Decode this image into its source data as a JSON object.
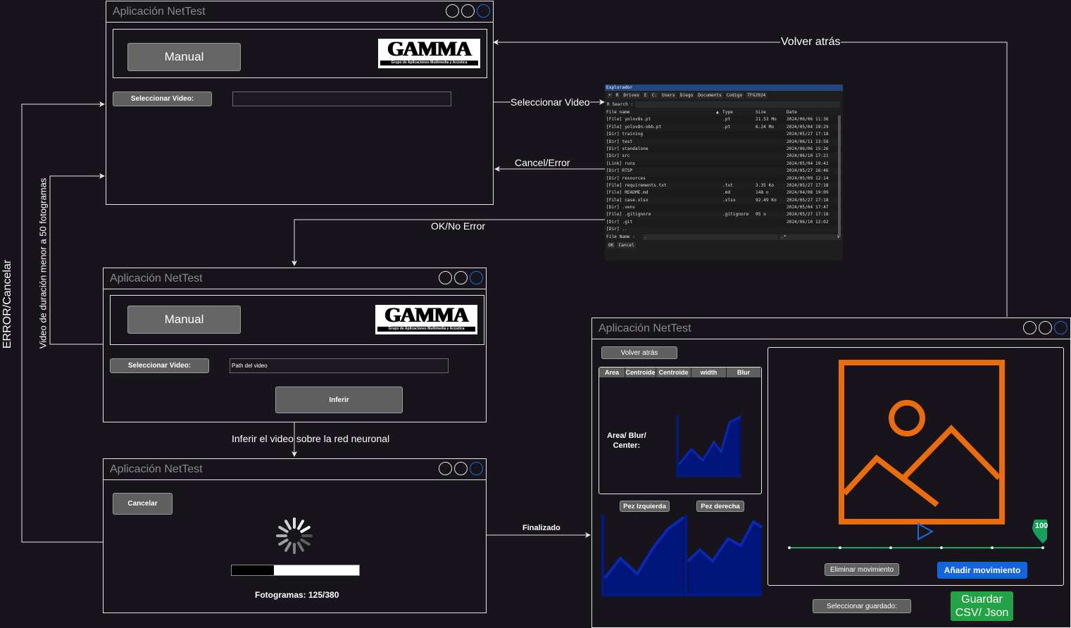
{
  "app_title": "Aplicación NetTest",
  "brand": {
    "logo_text": "GAMMA",
    "logo_subtitle": "Grupo de Aplicaciones Multimedia y Acústica"
  },
  "window1": {
    "manual_label": "Manual",
    "select_label": "Seleccionar Video:",
    "path_value": ""
  },
  "window2": {
    "manual_label": "Manual",
    "select_label": "Seleccionar Video:",
    "path_value": "Path del video",
    "infer_label": "Inferir"
  },
  "window3": {
    "cancel_label": "Cancelar",
    "frames_text": "Fotogramas: 125/380",
    "progress_fraction": 0.33
  },
  "window4": {
    "back_label": "Volver atrás",
    "table_headers": [
      "Area",
      "Centroide",
      "Centroide",
      "width",
      "Blur"
    ],
    "metric_label_line1": "Area/ Blur/",
    "metric_label_line2": "Center:",
    "left_fish_label": "Pez Izquierda",
    "right_fish_label": "Pez derecha",
    "marker_value": "100",
    "delete_label": "Eliminar movimiento",
    "add_label": "Añadir movimiento",
    "select_saved_label": "Seleccionar guardado:",
    "save_label_line1": "Guardar",
    "save_label_line2": "CSV/ Json"
  },
  "edges": {
    "back": "Volver atrás",
    "select_video": "Seleccionar Video",
    "cancel_error": "Cancel/Error",
    "ok": "OK/No Error",
    "infer": "Inferir el video sobre la red neuronal",
    "finished": "Finalizado",
    "error_cancel": "ERROR/Cancelar",
    "short_video": "Video de duración menor a 50 fotogramas"
  },
  "explorer": {
    "title": "Explorador",
    "path_chips": [
      "+",
      "R",
      "Drives",
      "E",
      "C:",
      "Users",
      "Diego",
      "Documents",
      "Codigo",
      "TFG2024"
    ],
    "search_label": "R  Search :",
    "columns": [
      "File name",
      "Type",
      "Size",
      "Date"
    ],
    "rows": [
      [
        "[File] yolov8s.pt",
        ".pt",
        "21.53 Mo",
        "2024/06/06 11:36"
      ],
      [
        "[File] yolov8n-obb.pt",
        ".pt",
        "6.24 Mo",
        "2024/05/04 19:29"
      ],
      [
        "[Dir] training",
        "",
        "",
        "2024/05/27 17:18"
      ],
      [
        "[Dir] test",
        "",
        "",
        "2024/06/11 13:58"
      ],
      [
        "[Dir] standalone",
        "",
        "",
        "2024/06/06 15:26"
      ],
      [
        "[Dir] src",
        "",
        "",
        "2024/06/10 17:21"
      ],
      [
        "[Link] runs",
        "",
        "",
        "2024/05/04 19:42"
      ],
      [
        "[Dir] RTSP",
        "",
        "",
        "2024/05/27 16:46"
      ],
      [
        "[Dir] resources",
        "",
        "",
        "2024/05/09 12:14"
      ],
      [
        "[File] requirements.txt",
        ".txt",
        "3.35 Ko",
        "2024/05/27 17:18"
      ],
      [
        "[File] README.md",
        ".md",
        "148 o",
        "2024/04/08 19:09"
      ],
      [
        "[File] case.xlsx",
        ".xlsx",
        "92.49 Ko",
        "2024/05/27 17:18"
      ],
      [
        "[Dir] .venv",
        "",
        "",
        "2024/05/04 17:47"
      ],
      [
        "[File] .gitignore",
        ".gitignore",
        "95 o",
        "2024/05/27 17:18"
      ],
      [
        "[Dir] .git",
        "",
        "",
        "2024/06/10 12:02"
      ],
      [
        "[Dir] ..",
        "",
        "",
        ""
      ]
    ],
    "file_name_label": "File Name :",
    "file_name_value": ".",
    "filter_value": ".*",
    "ok_label": "OK",
    "cancel_label": "Cancel"
  }
}
